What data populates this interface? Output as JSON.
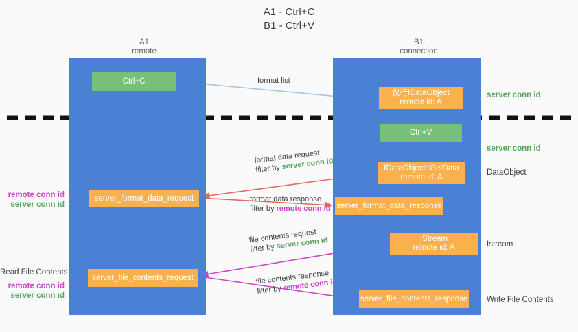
{
  "title": "A1 - Ctrl+C\nB1 - Ctrl+V",
  "colors": {
    "lane": "#4a81d4",
    "green_box": "#78c07a",
    "orange_box": "#fbb04e",
    "green_text": "#5aa45e",
    "pink_text": "#cc44cc",
    "blue_arrow": "#9fc5e8",
    "red_arrow": "#e8655a",
    "magenta_arrow": "#cc44cc",
    "black_arrow": "#000000",
    "background": "#fafafa"
  },
  "lanes": [
    {
      "id": "a1",
      "title": "A1",
      "subtitle": "remote"
    },
    {
      "id": "b1",
      "title": "B1",
      "subtitle": "connection"
    }
  ],
  "boxes": {
    "ctrl_c": {
      "line1": "Ctrl+C",
      "line2": ""
    },
    "idataobject": {
      "line1": "仅行IDataObject",
      "line2": "remote id: A"
    },
    "ctrl_v": {
      "line1": "Ctrl+V",
      "line2": ""
    },
    "getdata": {
      "line1": "IDataObject::GetData",
      "line2": "remote id: A"
    },
    "format_data_request": {
      "line1": "server_format_data_request",
      "line2": ""
    },
    "format_data_response": {
      "line1": "server_format_data_response",
      "line2": ""
    },
    "istream": {
      "line1": "IStream",
      "line2": "remote id: A"
    },
    "file_contents_request": {
      "line1": "server_file_contents_request",
      "line2": ""
    },
    "file_contents_response": {
      "line1": "server_file_contents_response",
      "line2": ""
    }
  },
  "edge_labels": {
    "format_list": "format list",
    "format_data_request": "format data request",
    "format_data_request_filter_prefix": "filter by ",
    "format_data_request_filter_value": "server conn id",
    "format_data_response": "format data response",
    "format_data_response_filter_prefix": "filter by ",
    "format_data_response_filter_value": "remote conn id",
    "file_contents_request": "file contents request",
    "file_contents_request_filter_prefix": "filter by ",
    "file_contents_request_filter_value": "server conn id",
    "file_contents_response": "file contents response",
    "file_contents_response_filter_prefix": "filter by ",
    "file_contents_response_filter_value": "remote conn id"
  },
  "side_notes": {
    "server_conn_id_1": "server conn id",
    "server_conn_id_2": "server conn id",
    "dataobject": "DataObject",
    "istream": "Istream",
    "write_file_contents": "Write File Contents"
  },
  "left_notes": {
    "remote_conn_id_1": "remote conn id",
    "server_conn_id_1": "server conn id",
    "read_file_contents": "Read File Contents",
    "remote_conn_id_2": "remote conn id",
    "server_conn_id_2": "server conn id"
  }
}
